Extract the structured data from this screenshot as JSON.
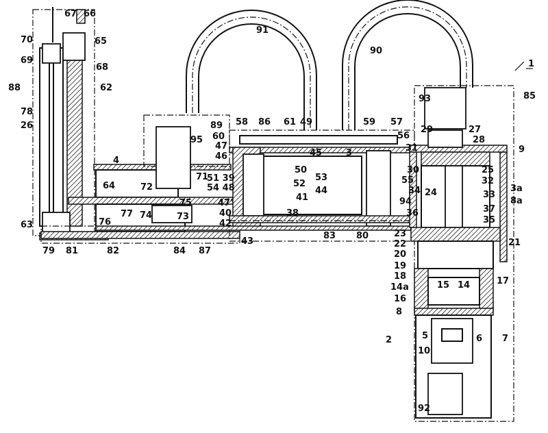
{
  "figure": {
    "reference_arrow_label": "1",
    "labels": [
      "67",
      "66",
      "70",
      "65",
      "69",
      "68",
      "88",
      "62",
      "78",
      "26",
      "91",
      "90",
      "85",
      "93",
      "89",
      "58",
      "86",
      "61",
      "49",
      "59",
      "57",
      "56",
      "95",
      "60",
      "47",
      "46",
      "45",
      "3",
      "29",
      "27",
      "28",
      "31",
      "9",
      "4",
      "50",
      "30",
      "25",
      "71",
      "51 39",
      "53",
      "55",
      "32",
      "3a",
      "64",
      "54 48",
      "52",
      "44",
      "34",
      "24",
      "33",
      "8a",
      "72",
      "75",
      "41",
      "94",
      "37",
      "47'",
      "40",
      "36",
      "35",
      "63",
      "77",
      "76",
      "74",
      "73",
      "38",
      "42",
      "79",
      "81",
      "82",
      "84",
      "87",
      "43",
      "83",
      "80",
      "23",
      "22",
      "21",
      "20",
      "19",
      "18",
      "15",
      "14",
      "17",
      "14a",
      "16",
      "8",
      "5",
      "2",
      "6",
      "7",
      "10",
      "92"
    ]
  }
}
